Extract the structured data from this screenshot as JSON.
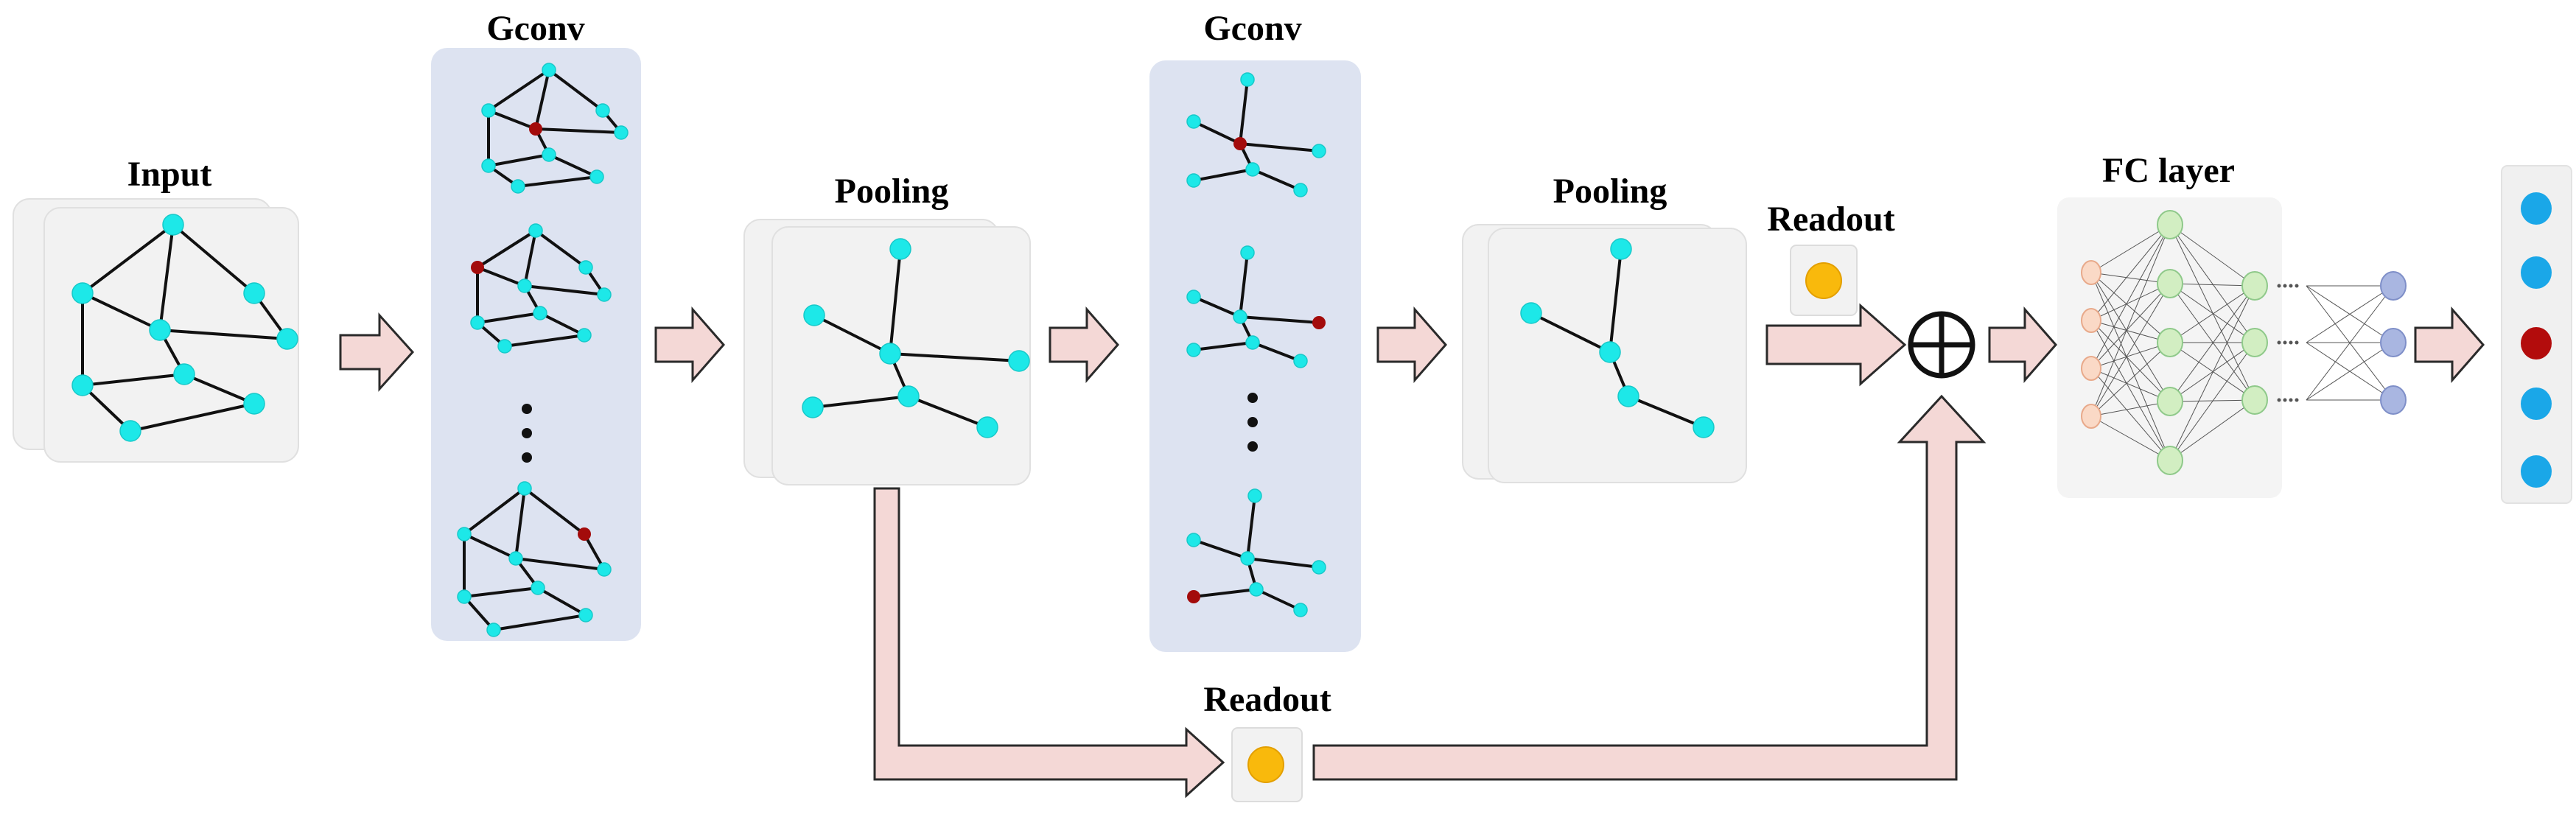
{
  "labels": {
    "input": "Input",
    "gconv1": "Gconv",
    "pooling1": "Pooling",
    "gconv2": "Gconv",
    "pooling2": "Pooling",
    "readout_top": "Readout",
    "readout_bottom": "Readout",
    "fc_layer": "FC layer"
  },
  "colors": {
    "node": "#1de8e8",
    "node_highlight": "#a30b0b",
    "card_bg": "#f2f2f2",
    "gconv_panel": "#dde3f1",
    "arrow_fill": "#f4d8d6",
    "readout_dot": "#f9b90c",
    "fc_input": "#fad9c6",
    "fc_hidden": "#d2eec2",
    "fc_output": "#a9b6e1",
    "out_blue": "#1aa7e8",
    "out_red": "#b30c0c"
  },
  "icons": {
    "sum": "circled-plus-icon"
  }
}
